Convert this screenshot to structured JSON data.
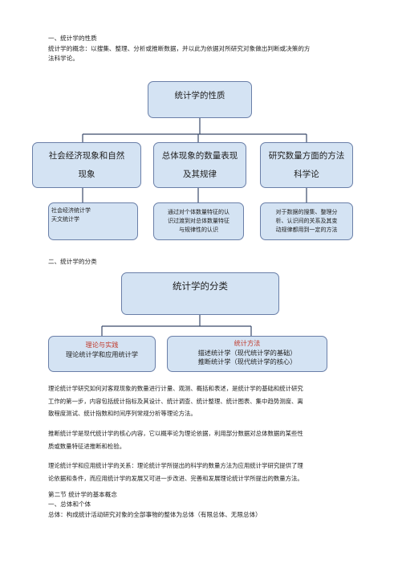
{
  "section1": {
    "heading": "一、统计学的性质",
    "intro_line1": "统计学的概念：以搜集、整理、分析或推断数据，并以此为依据对所研究对象做出判断或决策的方",
    "intro_line2": "法科学论。"
  },
  "diagram1": {
    "root": "统计学的性质",
    "branches": [
      {
        "line1": "社会经济现象和自然",
        "line2": "现象",
        "desc": [
          "社会经济统计学",
          "天文统计学"
        ]
      },
      {
        "line1": "总体现象的数量表现",
        "line2": "及其规律",
        "desc": [
          "通过对个体数量特征的认",
          "识过渡到对总体数量特征",
          "与规律性的认识"
        ]
      },
      {
        "line1": "研究数量方面的方法",
        "line2": "科学论",
        "desc": [
          "对于数据的搜集、整理分",
          "析、认识间的关系及其变",
          "动规律都用到一定的方法"
        ]
      }
    ]
  },
  "section2": {
    "heading": "二、统计学的分类"
  },
  "diagram2": {
    "root": "统计学的分类",
    "left": {
      "title": "理论与实践",
      "body": "理论统计学和应用统计学"
    },
    "right": {
      "title": "统计方法",
      "lines": [
        "描述统计学（现代统计学的基础）",
        "推断统计学（现代统计学的核心）"
      ]
    }
  },
  "paragraphs": {
    "p1": [
      "理论统计学研究如何对客观现象的数量进行计量、观测、概括和表述，是统计学的基础和统计研究",
      "工作的第一步，内容包括统计指标及其设计、统计调查、统计整理、统计图表、集中趋势测度、离",
      "散程度测试、统计指数和时间序列常规分析等理论方法。"
    ],
    "p2": [
      "推断统计学是现代统计学的核心内容，它以概率论为理论依据，利用部分数据对总体数据的某些性",
      "质或数量特征进推断和检验。"
    ],
    "p3": [
      "理论统计学和应用统计学的关系：理论统计学所提出的科学的数量方法为应用统计学研究提供了理",
      "论依据和条件，而应用统计学的发展又可进一步改进、完善和发展理论统计学所提出的数量方法。"
    ]
  },
  "section3": {
    "heading": "第二节 统计学的基本概念",
    "sub": "一、总体和个体",
    "def": "总体：构成统计活动研究对象的全部事物的整体为总体（有限总体、无限总体）"
  }
}
